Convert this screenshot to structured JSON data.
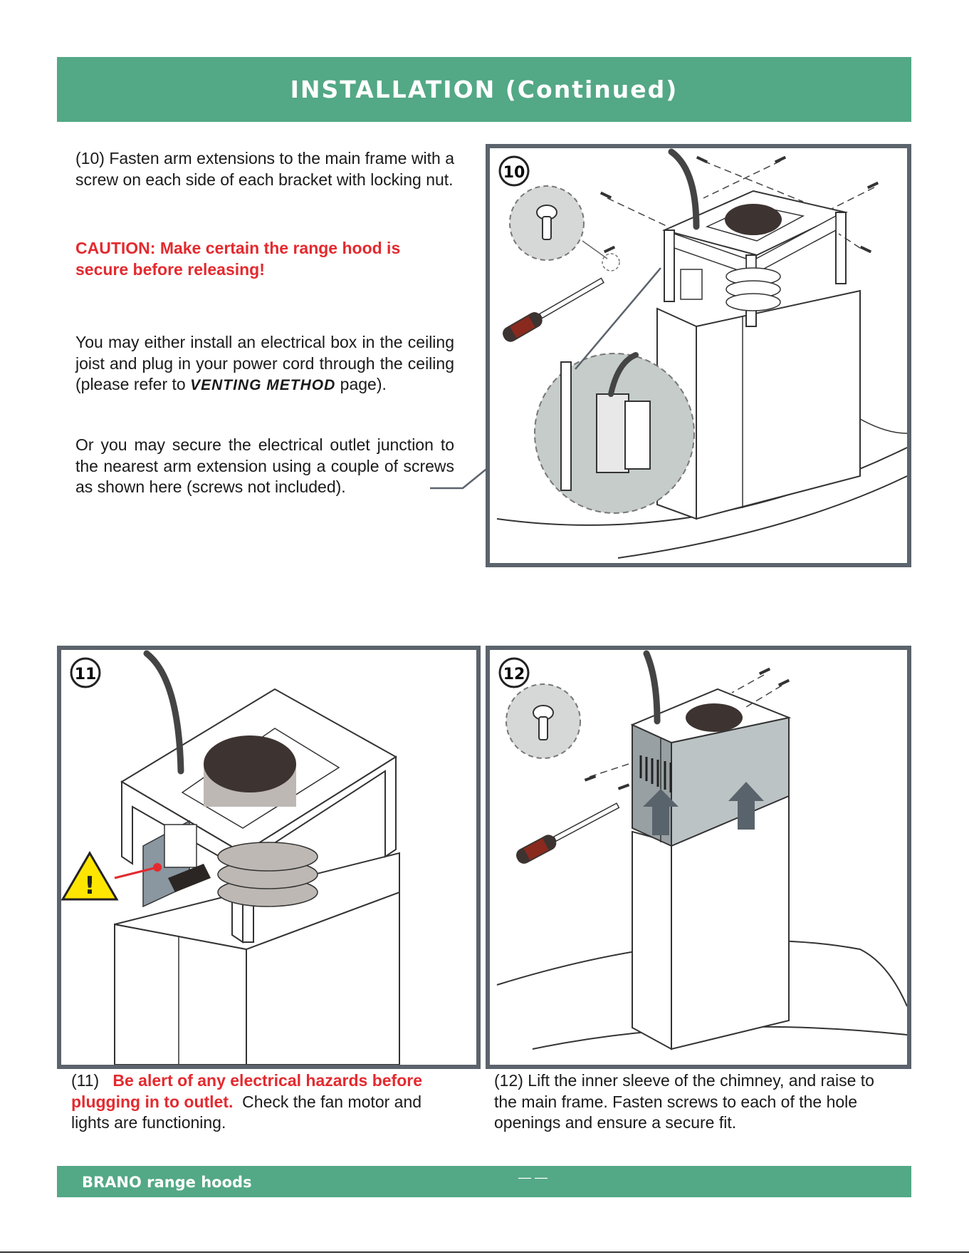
{
  "header": {
    "title": "INSTALLATION (Continued)"
  },
  "step10": {
    "text": "(10) Fasten arm extensions to the main frame with a screw on each side of each bracket with locking nut.",
    "caution": "CAUTION: Make certain the range hood is secure before releasing!",
    "para1_a": "You may either install an electrical box in the ceiling joist and plug in your power cord through the ceiling (please refer to ",
    "para1_em": "VENTING METHOD",
    "para1_b": " page).",
    "para2": "Or you may secure the electrical outlet junction to the nearest arm extension using a couple of screws as shown here (screws not included).",
    "badge": "10"
  },
  "step11": {
    "badge": "11",
    "num": "(11)",
    "warning": "Be alert of any electrical hazards before plugging in to outlet.",
    "text": "Check the fan motor and lights are functioning."
  },
  "step12": {
    "badge": "12",
    "text": "(12) Lift the inner sleeve of the chimney, and raise to the main frame.  Fasten screws to each of the hole openings and ensure a secure fit."
  },
  "footer": {
    "brand": "BRANO range hoods",
    "page": "— —"
  },
  "colors": {
    "green": "#53a886",
    "red": "#e32a2f",
    "frame": "#5b636c"
  }
}
